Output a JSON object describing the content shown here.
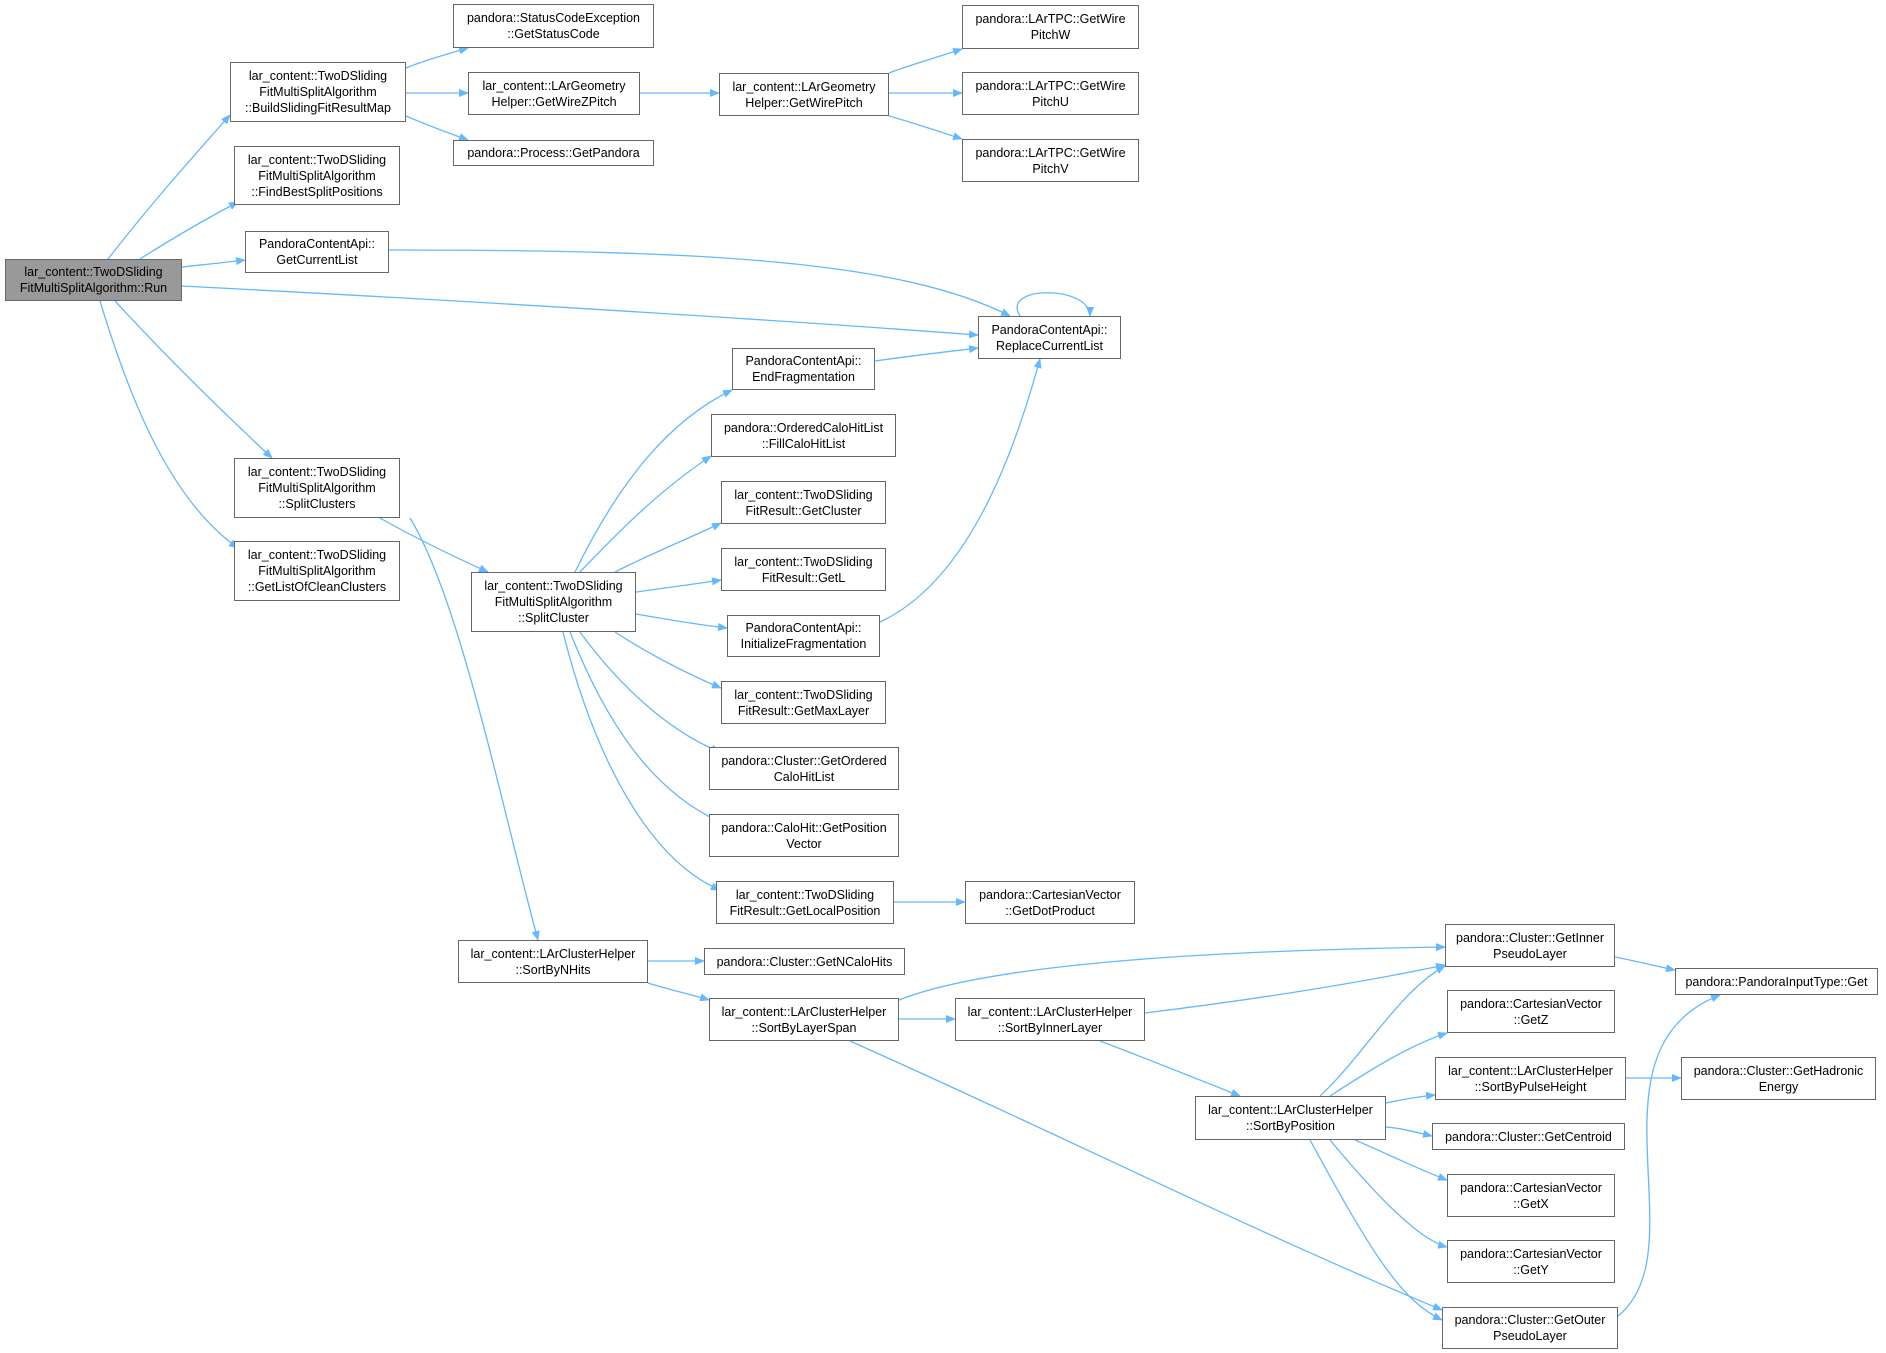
{
  "graph": {
    "edge_color": "#63b8ff",
    "root_fill": "#999999",
    "node_border": "#666666",
    "nodes": {
      "run": [
        "lar_content::TwoDSliding",
        "FitMultiSplitAlgorithm::Run"
      ],
      "build": [
        "lar_content::TwoDSliding",
        "FitMultiSplitAlgorithm",
        "::BuildSlidingFitResultMap"
      ],
      "findbest": [
        "lar_content::TwoDSliding",
        "FitMultiSplitAlgorithm",
        "::FindBestSplitPositions"
      ],
      "getcurrent": [
        "PandoraContentApi::",
        "GetCurrentList"
      ],
      "splitclusters": [
        "lar_content::TwoDSliding",
        "FitMultiSplitAlgorithm",
        "::SplitClusters"
      ],
      "getlistclean": [
        "lar_content::TwoDSliding",
        "FitMultiSplitAlgorithm",
        "::GetListOfCleanClusters"
      ],
      "statuscode": [
        "pandora::StatusCodeException",
        "::GetStatusCode"
      ],
      "wirezpitch": [
        "lar_content::LArGeometry",
        "Helper::GetWireZPitch"
      ],
      "getpandora": [
        "pandora::Process::GetPandora"
      ],
      "wirepitch": [
        "lar_content::LArGeometry",
        "Helper::GetWirePitch"
      ],
      "pitchw": [
        "pandora::LArTPC::GetWire",
        "PitchW"
      ],
      "pitchu": [
        "pandora::LArTPC::GetWire",
        "PitchU"
      ],
      "pitchv": [
        "pandora::LArTPC::GetWire",
        "PitchV"
      ],
      "replace": [
        "PandoraContentApi::",
        "ReplaceCurrentList"
      ],
      "endfrag": [
        "PandoraContentApi::",
        "EndFragmentation"
      ],
      "fillcalo": [
        "pandora::OrderedCaloHitList",
        "::FillCaloHitList"
      ],
      "getcluster": [
        "lar_content::TwoDSliding",
        "FitResult::GetCluster"
      ],
      "getl": [
        "lar_content::TwoDSliding",
        "FitResult::GetL"
      ],
      "initfrag": [
        "PandoraContentApi::",
        "InitializeFragmentation"
      ],
      "getmaxlayer": [
        "lar_content::TwoDSliding",
        "FitResult::GetMaxLayer"
      ],
      "getordered": [
        "pandora::Cluster::GetOrdered",
        "CaloHitList"
      ],
      "getposvec": [
        "pandora::CaloHit::GetPosition",
        "Vector"
      ],
      "getlocalpos": [
        "lar_content::TwoDSliding",
        "FitResult::GetLocalPosition"
      ],
      "getdot": [
        "pandora::CartesianVector",
        "::GetDotProduct"
      ],
      "splitcluster": [
        "lar_content::TwoDSliding",
        "FitMultiSplitAlgorithm",
        "::SplitCluster"
      ],
      "sortnhits": [
        "lar_content::LArClusterHelper",
        "::SortByNHits"
      ],
      "getncalo": [
        "pandora::Cluster::GetNCaloHits"
      ],
      "sortlayerspan": [
        "lar_content::LArClusterHelper",
        "::SortByLayerSpan"
      ],
      "sortinner": [
        "lar_content::LArClusterHelper",
        "::SortByInnerLayer"
      ],
      "sortposition": [
        "lar_content::LArClusterHelper",
        "::SortByPosition"
      ],
      "getinner": [
        "pandora::Cluster::GetInner",
        "PseudoLayer"
      ],
      "getz": [
        "pandora::CartesianVector",
        "::GetZ"
      ],
      "sortpulse": [
        "lar_content::LArClusterHelper",
        "::SortByPulseHeight"
      ],
      "getcentroid": [
        "pandora::Cluster::GetCentroid"
      ],
      "getx": [
        "pandora::CartesianVector",
        "::GetX"
      ],
      "gety": [
        "pandora::CartesianVector",
        "::GetY"
      ],
      "getouter": [
        "pandora::Cluster::GetOuter",
        "PseudoLayer"
      ],
      "inputget": [
        "pandora::PandoraInputType::Get"
      ],
      "hadronic": [
        "pandora::Cluster::GetHadronic",
        "Energy"
      ]
    }
  }
}
